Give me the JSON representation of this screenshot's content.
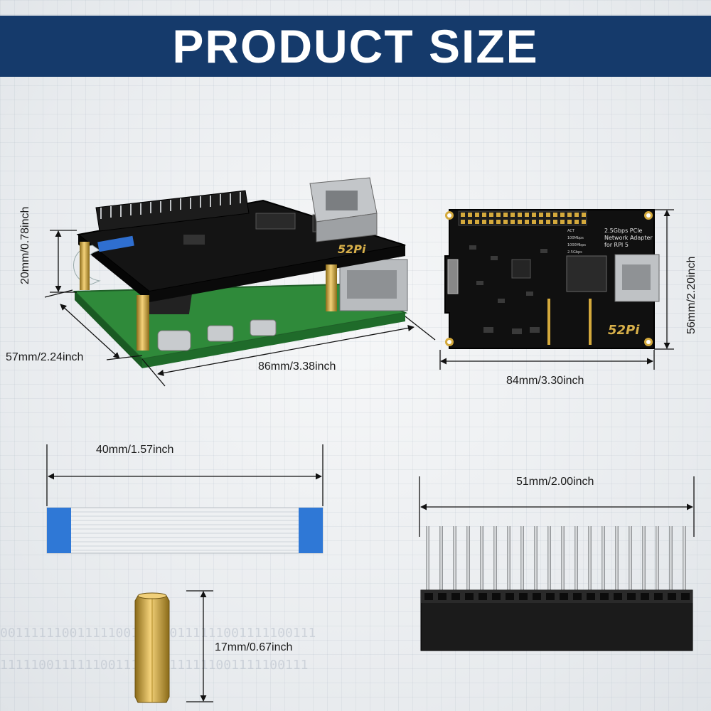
{
  "banner": {
    "title": "PRODUCT SIZE",
    "color": "#153a6b"
  },
  "dimensions": {
    "assembly_height": "20mm/0.78inch",
    "assembly_depth": "57mm/2.24inch",
    "assembly_length": "86mm/3.38inch",
    "board_height": "56mm/2.20inch",
    "board_width": "84mm/3.30inch",
    "cable_length": "40mm/1.57inch",
    "header_length": "51mm/2.00inch",
    "standoff_height": "17mm/0.67inch"
  },
  "board_silkscreen": {
    "title": "2.5Gbps PCIe Network Adapter for RPI 5",
    "led_labels": [
      "ACT",
      "100Mbps",
      "1000Mbps",
      "2.5Gbps"
    ],
    "logo": "52Pi"
  },
  "background_binary": [
    "00111111001111100111100111111001111100111",
    "1111100111111001111100111111001111100111"
  ]
}
